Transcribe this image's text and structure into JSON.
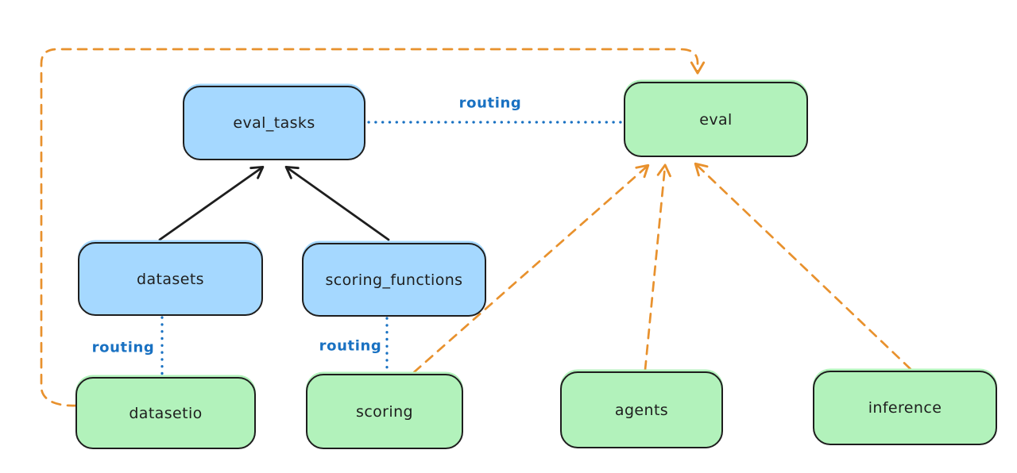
{
  "diagram": {
    "colors": {
      "stroke": "#1e1e1e",
      "blue_fill": "#a5d8ff",
      "green_fill": "#b2f2bb",
      "orange": "#e8912d",
      "blue_line": "#1971c2",
      "bg": "#ffffff"
    },
    "nodes": [
      {
        "label": "eval_tasks",
        "kind": "blue"
      },
      {
        "label": "datasets",
        "kind": "blue"
      },
      {
        "label": "scoring_functions",
        "kind": "blue"
      },
      {
        "label": "eval",
        "kind": "green"
      },
      {
        "label": "datasetio",
        "kind": "green"
      },
      {
        "label": "scoring",
        "kind": "green"
      },
      {
        "label": "agents",
        "kind": "green"
      },
      {
        "label": "inference",
        "kind": "green"
      }
    ],
    "edge_labels": {
      "eval_tasks_to_eval": "routing",
      "datasets_to_datasetio": "routing",
      "scoring_functions_to_scoring": "routing"
    },
    "edges": [
      {
        "from": "datasets",
        "to": "eval_tasks",
        "style": "solid",
        "color": "#1e1e1e",
        "arrow": true,
        "label": ""
      },
      {
        "from": "scoring_functions",
        "to": "eval_tasks",
        "style": "solid",
        "color": "#1e1e1e",
        "arrow": true,
        "label": ""
      },
      {
        "from": "eval_tasks",
        "to": "eval",
        "style": "dotted",
        "color": "#1971c2",
        "arrow": false,
        "label": "routing"
      },
      {
        "from": "datasets",
        "to": "datasetio",
        "style": "dotted",
        "color": "#1971c2",
        "arrow": false,
        "label": "routing"
      },
      {
        "from": "scoring_functions",
        "to": "scoring",
        "style": "dotted",
        "color": "#1971c2",
        "arrow": false,
        "label": "routing"
      },
      {
        "from": "datasetio",
        "to": "eval",
        "style": "dashed",
        "color": "#e8912d",
        "arrow": true,
        "label": ""
      },
      {
        "from": "scoring",
        "to": "eval",
        "style": "dashed",
        "color": "#e8912d",
        "arrow": true,
        "label": ""
      },
      {
        "from": "agents",
        "to": "eval",
        "style": "dashed",
        "color": "#e8912d",
        "arrow": true,
        "label": ""
      },
      {
        "from": "inference",
        "to": "eval",
        "style": "dashed",
        "color": "#e8912d",
        "arrow": true,
        "label": ""
      }
    ]
  }
}
